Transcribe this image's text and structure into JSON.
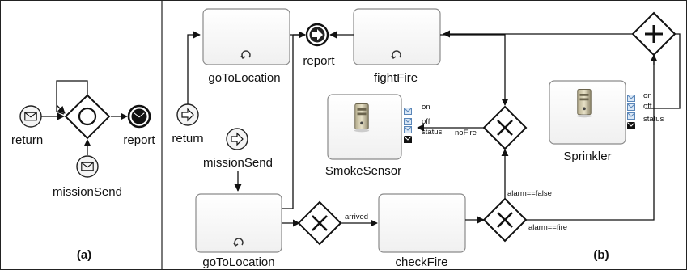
{
  "panel_a": {
    "caption": "(a)",
    "events": {
      "return": "return",
      "missionSend": "missionSend",
      "report": "report"
    }
  },
  "panel_b": {
    "caption": "(b)",
    "tasks": {
      "goToLocation_top": "goToLocation",
      "fightFire": "fightFire",
      "goToLocation_bottom": "goToLocation",
      "checkFire": "checkFire"
    },
    "events": {
      "return": "return",
      "missionSend": "missionSend",
      "report": "report"
    },
    "devices": {
      "smokeSensor": {
        "name": "SmokeSensor",
        "ports": [
          "on",
          "off",
          "status"
        ]
      },
      "sprinkler": {
        "name": "Sprinkler",
        "ports": [
          "on",
          "off",
          "status"
        ]
      }
    },
    "flow_labels": {
      "arrived": "arrived",
      "noFire": "noFire",
      "alarm_false": "alarm==false",
      "alarm_fire": "alarm==fire"
    }
  },
  "colors": {
    "stroke": "#222222",
    "task_border": "#888888",
    "mail_icon": "#7aa7d6"
  },
  "icon_names": [
    "envelope-icon",
    "arrow-right-icon",
    "loop-icon",
    "server-icon",
    "exclusive-gateway-icon",
    "parallel-gateway-icon",
    "event-gateway-icon"
  ]
}
